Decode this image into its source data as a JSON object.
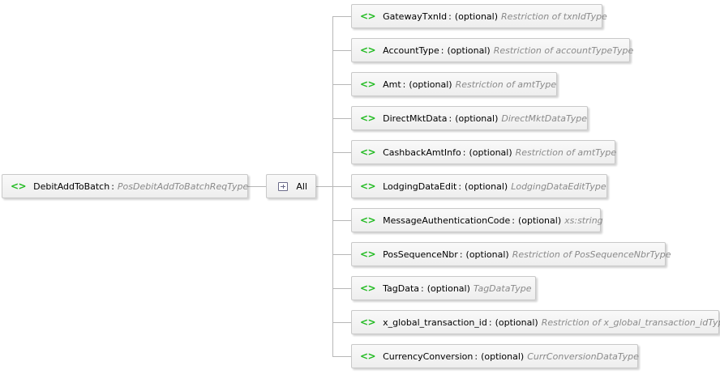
{
  "root": {
    "tag": "<>",
    "name": "DebitAddToBatch",
    "separator": ":",
    "type": "PosDebitAddToBatchReqType"
  },
  "compositor": {
    "icon": "all-compositor-icon",
    "label": "All"
  },
  "children": [
    {
      "tag": "<>",
      "name": "GatewayTxnId",
      "separator": ":",
      "optional": "(optional)",
      "type": "Restriction of txnIdType"
    },
    {
      "tag": "<>",
      "name": "AccountType",
      "separator": ":",
      "optional": "(optional)",
      "type": "Restriction of accountTypeType"
    },
    {
      "tag": "<>",
      "name": "Amt",
      "separator": ":",
      "optional": "(optional)",
      "type": "Restriction of amtType"
    },
    {
      "tag": "<>",
      "name": "DirectMktData",
      "separator": ":",
      "optional": "(optional)",
      "type": "DirectMktDataType"
    },
    {
      "tag": "<>",
      "name": "CashbackAmtInfo",
      "separator": ":",
      "optional": "(optional)",
      "type": "Restriction of amtType"
    },
    {
      "tag": "<>",
      "name": "LodgingDataEdit",
      "separator": ":",
      "optional": "(optional)",
      "type": "LodgingDataEditType"
    },
    {
      "tag": "<>",
      "name": "MessageAuthenticationCode",
      "separator": ":",
      "optional": "(optional)",
      "type": "xs:string"
    },
    {
      "tag": "<>",
      "name": "PosSequenceNbr",
      "separator": ":",
      "optional": "(optional)",
      "type": "Restriction of PosSequenceNbrType"
    },
    {
      "tag": "<>",
      "name": "TagData",
      "separator": ":",
      "optional": "(optional)",
      "type": "TagDataType"
    },
    {
      "tag": "<>",
      "name": "x_global_transaction_id",
      "separator": ":",
      "optional": "(optional)",
      "type": "Restriction of x_global_transaction_idType"
    },
    {
      "tag": "<>",
      "name": "CurrencyConversion",
      "separator": ":",
      "optional": "(optional)",
      "type": "CurrConversionDataType"
    }
  ],
  "colors": {
    "element_tag": "#22bb22",
    "type_text": "#8a8a8a",
    "connector": "#b8b8b8",
    "node_border": "#c9c9c9"
  }
}
